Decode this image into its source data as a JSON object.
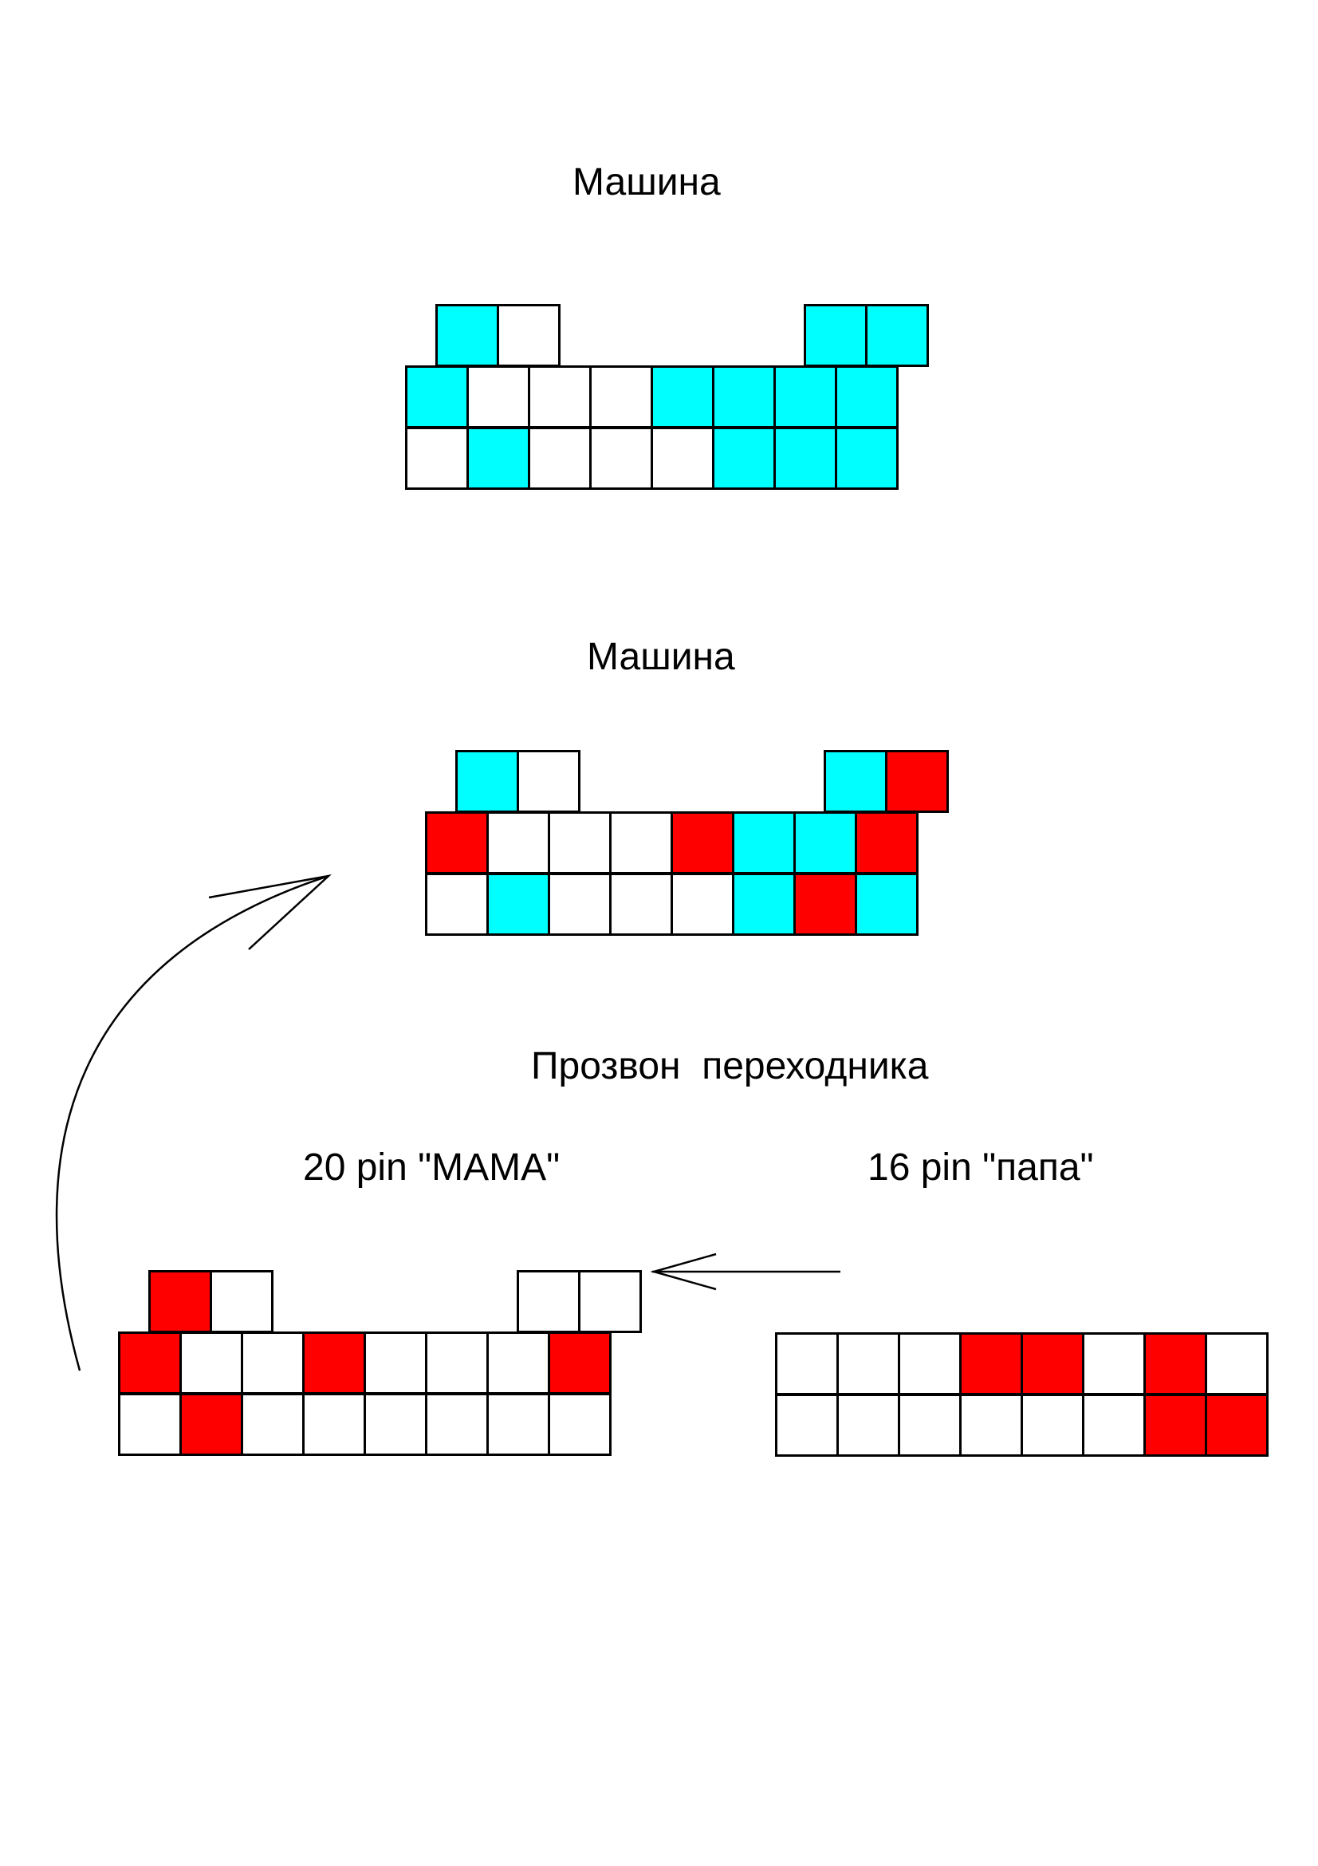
{
  "colors": {
    "white": "#ffffff",
    "cyan": "#00ffff",
    "red": "#ff0000",
    "stroke": "#000000"
  },
  "labels": {
    "title1": "Машина",
    "title2": "Машина",
    "adapter": "Прозвон  переходника",
    "mama": "20 pin \"МАМА\"",
    "papa": "16 pin \"папа\""
  },
  "connectors": {
    "machine1": {
      "top": [
        "c",
        "w",
        null,
        null,
        null,
        null,
        "c",
        "c"
      ],
      "row1": [
        "c",
        "w",
        "w",
        "w",
        "c",
        "c",
        "c",
        "c"
      ],
      "row2": [
        "w",
        "c",
        "w",
        "w",
        "w",
        "c",
        "c",
        "c"
      ]
    },
    "machine2": {
      "top": [
        "c",
        "w",
        null,
        null,
        null,
        null,
        "c",
        "r"
      ],
      "row1": [
        "r",
        "w",
        "w",
        "w",
        "r",
        "c",
        "c",
        "r"
      ],
      "row2": [
        "w",
        "c",
        "w",
        "w",
        "w",
        "c",
        "r",
        "c"
      ]
    },
    "mama20": {
      "top": [
        "r",
        "w",
        null,
        null,
        null,
        null,
        "w",
        "w"
      ],
      "row1": [
        "r",
        "w",
        "w",
        "r",
        "w",
        "w",
        "w",
        "r"
      ],
      "row2": [
        "w",
        "r",
        "w",
        "w",
        "w",
        "w",
        "w",
        "w"
      ]
    },
    "papa16": {
      "top": [],
      "row1": [
        "w",
        "w",
        "w",
        "r",
        "r",
        "w",
        "r",
        "w"
      ],
      "row2": [
        "w",
        "w",
        "w",
        "w",
        "w",
        "w",
        "r",
        "r"
      ]
    }
  }
}
